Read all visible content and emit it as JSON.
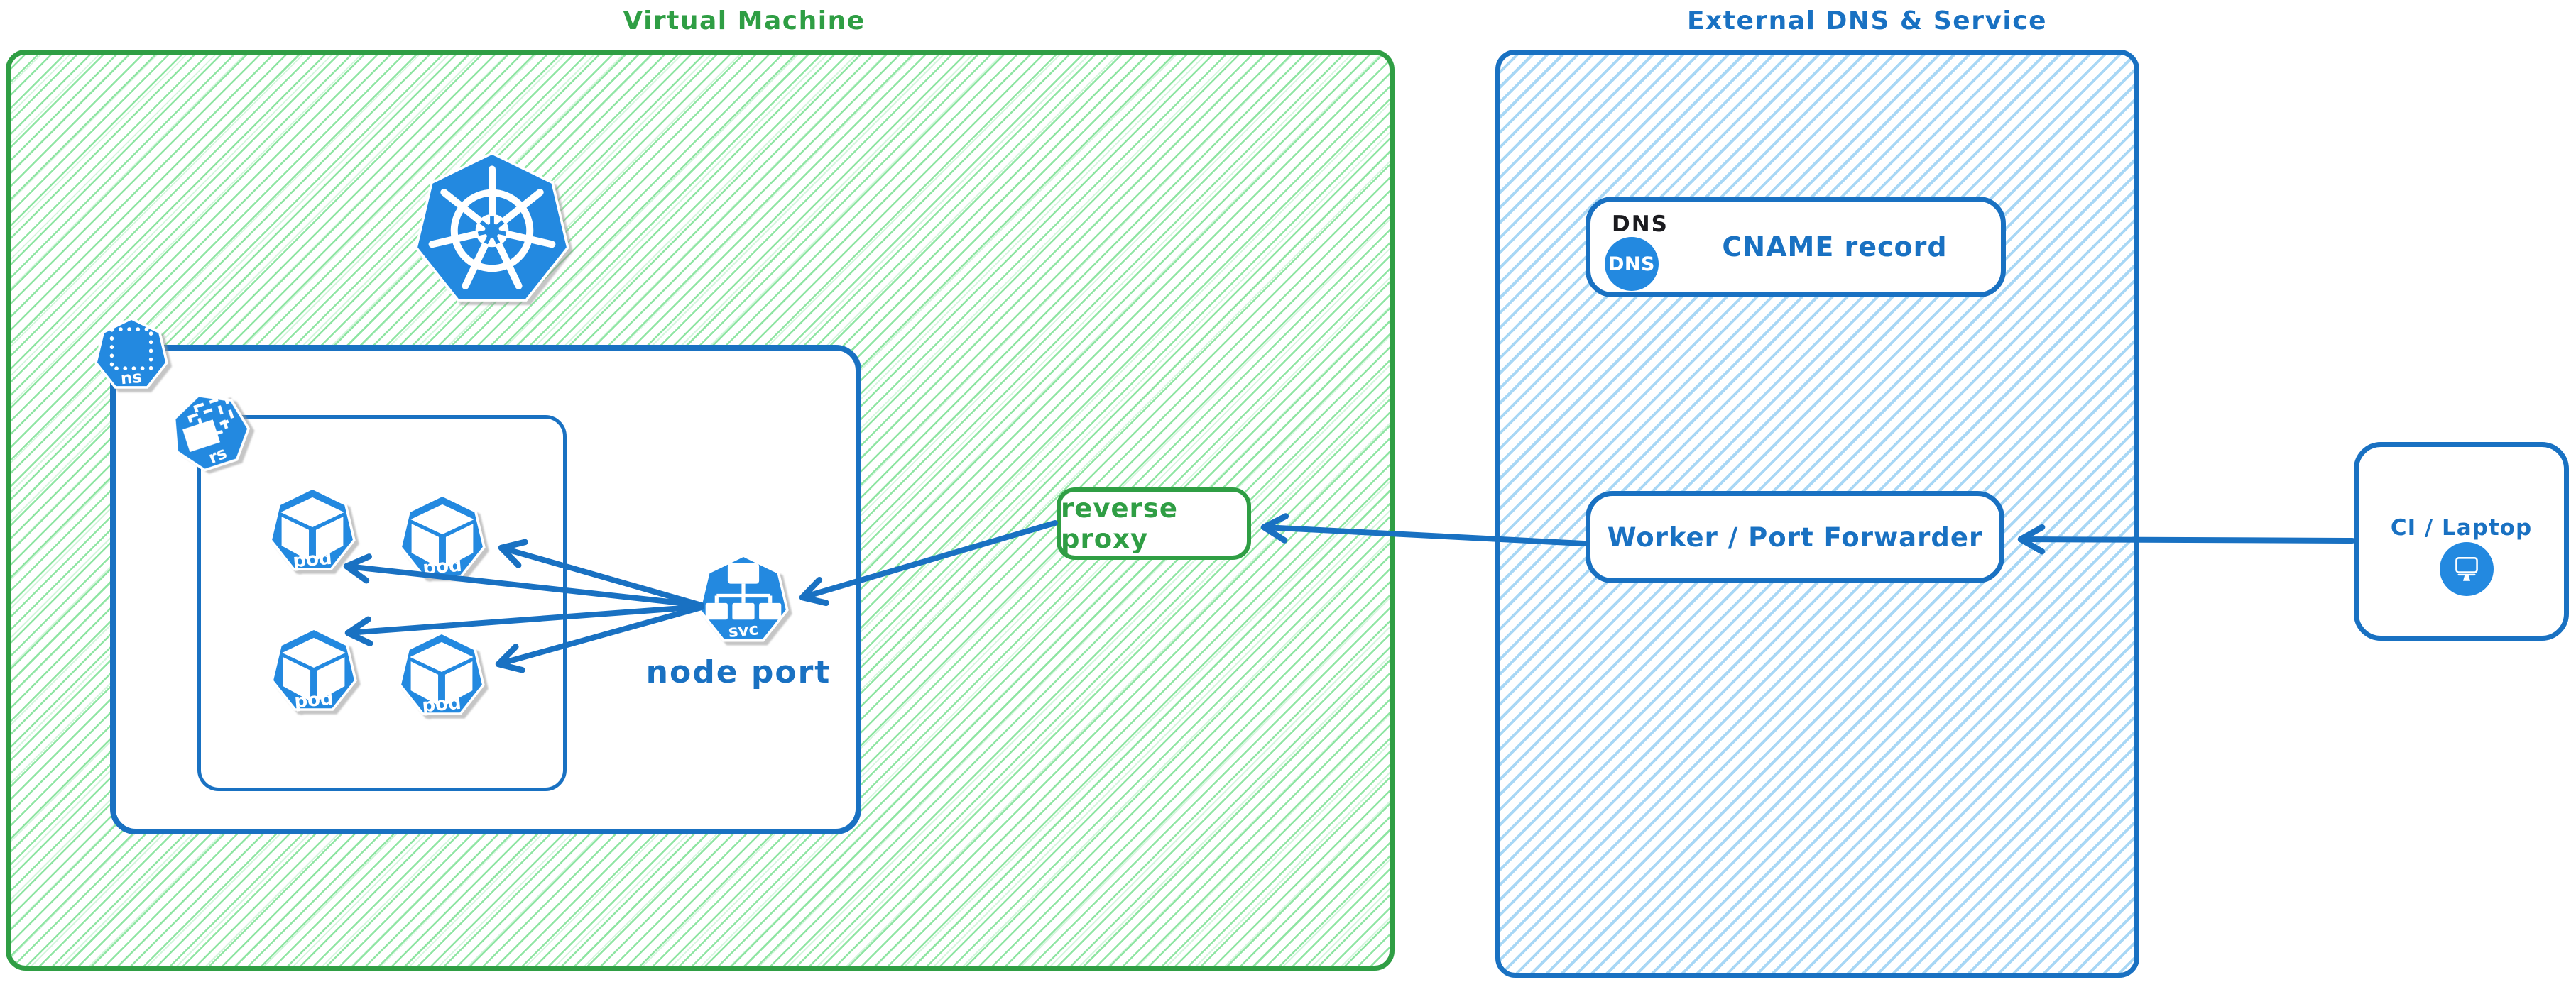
{
  "colors": {
    "green": "#2f9e44",
    "green_hatch": "#8fe5a3",
    "blue": "#1971c2",
    "blue_hatch": "#a8d7f5",
    "icon_blue": "#2389e0",
    "ink": "#1b1b1f"
  },
  "vm": {
    "title": "Virtual Machine",
    "ns": "ns",
    "rs": "rs",
    "svc": "svc",
    "pod": "pod",
    "node_port": "node port"
  },
  "reverse_proxy": "reverse proxy",
  "external": {
    "title": "External DNS & Service",
    "dns_label": "DNS",
    "dns_badge": "DNS",
    "cname": "CNAME record",
    "worker": "Worker / Port Forwarder"
  },
  "ci": {
    "label": "CI / Laptop"
  }
}
